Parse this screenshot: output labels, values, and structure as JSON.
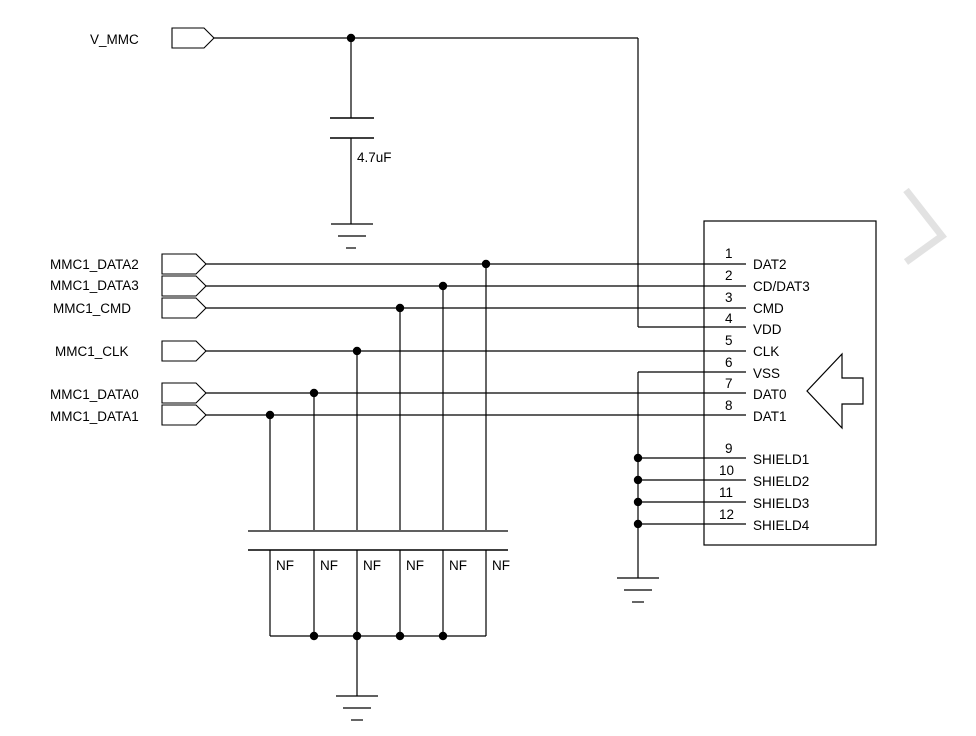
{
  "power": {
    "net": "V_MMC"
  },
  "capacitor": {
    "value": "4.7uF"
  },
  "signals": [
    {
      "net": "MMC1_DATA2"
    },
    {
      "net": "MMC1_DATA3"
    },
    {
      "net": "MMC1_CMD"
    },
    {
      "net": "MMC1_CLK"
    },
    {
      "net": "MMC1_DATA0"
    },
    {
      "net": "MMC1_DATA1"
    }
  ],
  "connector": {
    "pins": [
      {
        "num": "1",
        "name": "DAT2"
      },
      {
        "num": "2",
        "name": "CD/DAT3"
      },
      {
        "num": "3",
        "name": "CMD"
      },
      {
        "num": "4",
        "name": "VDD"
      },
      {
        "num": "5",
        "name": "CLK"
      },
      {
        "num": "6",
        "name": "VSS"
      },
      {
        "num": "7",
        "name": "DAT0"
      },
      {
        "num": "8",
        "name": "DAT1"
      },
      {
        "num": "9",
        "name": "SHIELD1"
      },
      {
        "num": "10",
        "name": "SHIELD2"
      },
      {
        "num": "11",
        "name": "SHIELD3"
      },
      {
        "num": "12",
        "name": "SHIELD4"
      }
    ]
  },
  "pulldowns": [
    {
      "label": "NF"
    },
    {
      "label": "NF"
    },
    {
      "label": "NF"
    },
    {
      "label": "NF"
    },
    {
      "label": "NF"
    },
    {
      "label": "NF"
    }
  ]
}
